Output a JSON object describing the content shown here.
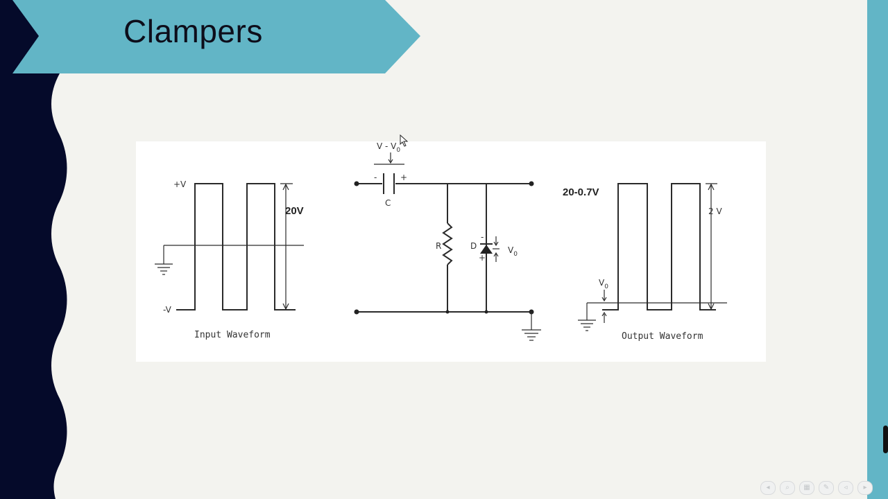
{
  "slide": {
    "title": "Clampers",
    "colors": {
      "accent": "#62b5c6",
      "dark": "#050a2a",
      "background": "#f3f3ef"
    }
  },
  "figure": {
    "input_waveform": {
      "pos_label": "+V",
      "neg_label": "-V",
      "amplitude_label": "20V",
      "caption": "Input Waveform"
    },
    "circuit": {
      "cap_voltage_label": "V - V",
      "cap_voltage_sub": "0",
      "cap_label": "C",
      "cap_minus": "-",
      "cap_plus": "+",
      "resistor_label": "R",
      "diode_label": "D",
      "diode_minus": "-",
      "diode_plus": "+",
      "output_label": "V",
      "output_sub": "0"
    },
    "output_waveform": {
      "peak_label": "20-0.7V",
      "amplitude_label": "2 V",
      "offset_label": "V",
      "offset_sub": "0",
      "caption": "Output Waveform"
    }
  },
  "toolbar": {
    "icons": [
      "previous-slide-icon",
      "search-icon",
      "slides-grid-icon",
      "pen-icon",
      "back-icon",
      "next-slide-icon"
    ],
    "glyphs": [
      "◂",
      "⌕",
      "▦",
      "✎",
      "◃",
      "▸"
    ]
  }
}
